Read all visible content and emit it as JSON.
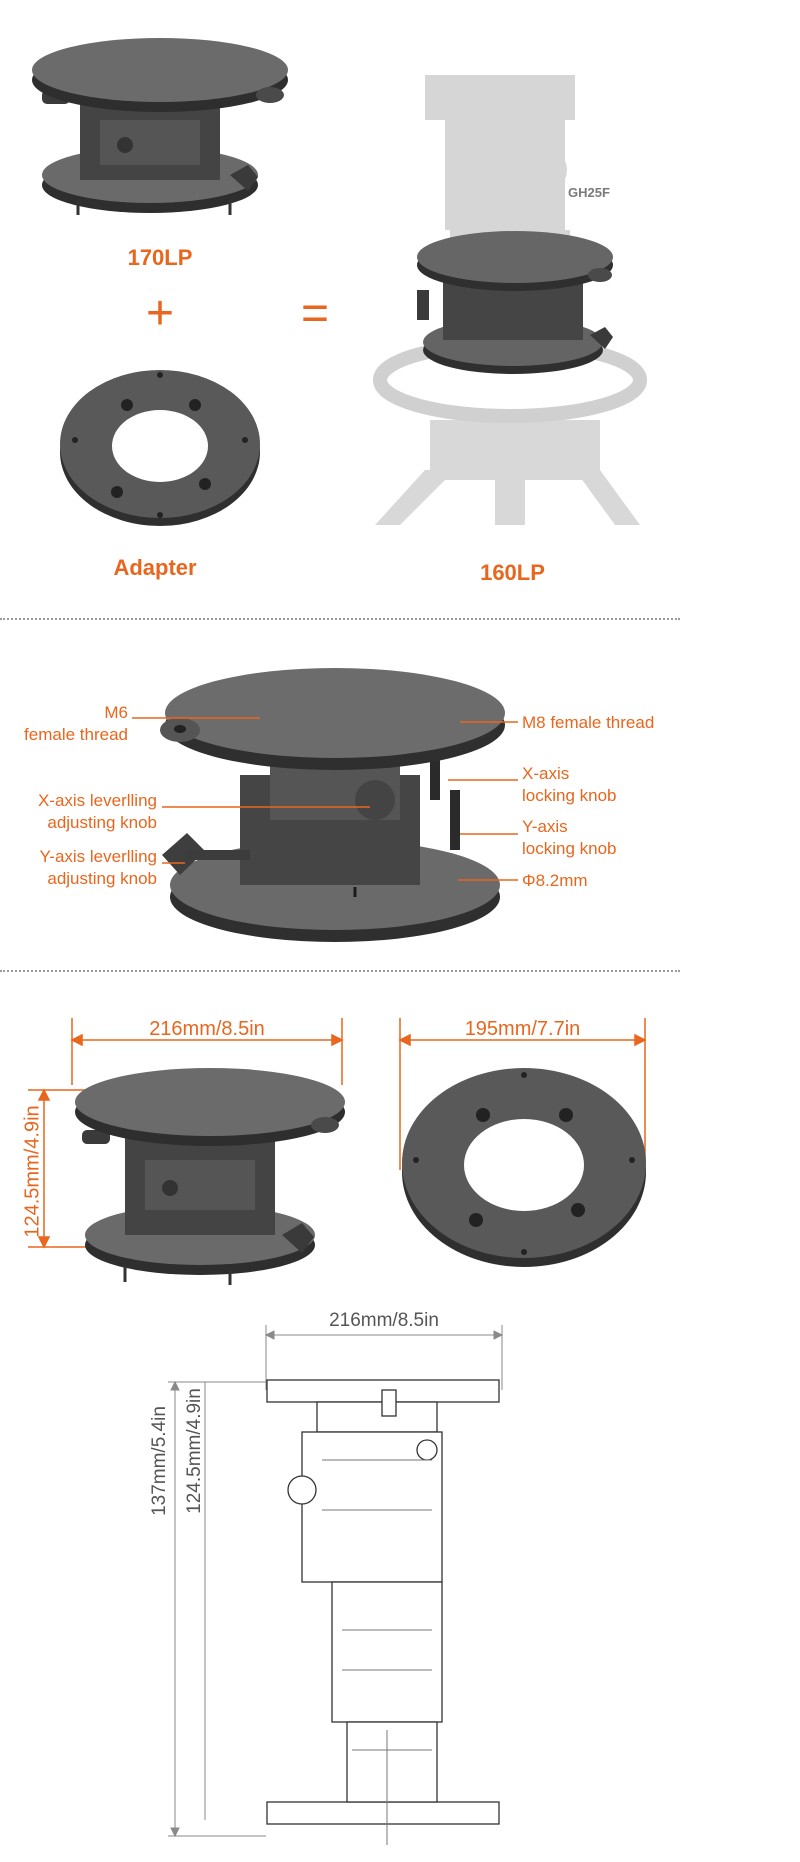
{
  "section1": {
    "product_170": "170LP",
    "plus": "+",
    "equals": "=",
    "adapter_label": "Adapter",
    "product_160": "160LP",
    "head_label": "GH25F"
  },
  "section2": {
    "callouts": {
      "m6": [
        "M6",
        "female thread"
      ],
      "m8": "M8 female thread",
      "x_level": [
        "X-axis leverlling",
        "adjusting knob"
      ],
      "y_level": [
        "Y-axis leverlling",
        "adjusting knob"
      ],
      "x_lock": [
        "X-axis",
        "locking knob"
      ],
      "y_lock": [
        "Y-axis",
        "locking knob"
      ],
      "phi": "Φ8.2mm"
    }
  },
  "section3": {
    "width_170": "216mm/8.5in",
    "height_170": "124.5mm/4.9in",
    "width_adapter": "195mm/7.7in"
  },
  "section4": {
    "width": "216mm/8.5in",
    "total_height": "137mm/5.4in",
    "height": "124.5mm/4.9in"
  },
  "colors": {
    "accent": "#E8661E",
    "metal_dark": "#3d3d3d",
    "metal_top": "#6a6a6a"
  }
}
